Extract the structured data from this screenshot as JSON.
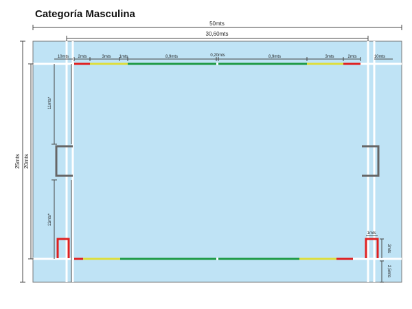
{
  "title": "Categoría Masculina",
  "colors": {
    "field": "#bfe3f5",
    "field_border": "#777777",
    "line": "#ffffff",
    "dim": "#444444",
    "red": "#e02020",
    "yellow": "#dede3a",
    "green": "#1e9a45",
    "goal": "#666666",
    "red_goal": "#e02020"
  },
  "dimensions": {
    "total_length": "50mts",
    "inner_length": "30,60mts",
    "total_width": "25mts",
    "inner_width": "20mts",
    "side_zone_left": "10mts",
    "side_zone_right": "10mts",
    "seg_red_left": "2mts",
    "seg_yellow_left": "3mts",
    "seg_small_left": "1mts",
    "seg_green_left": "8,9mts",
    "seg_center": "0,20mts",
    "seg_green_right": "8,9mts",
    "seg_yellow_right": "3mts",
    "seg_red_right": "2mts",
    "upper_half": "11mts*",
    "lower_half": "11mts*",
    "red_goal_width": "1mts",
    "red_goal_height": "2mts",
    "bottom_gap": "2,5mts"
  }
}
